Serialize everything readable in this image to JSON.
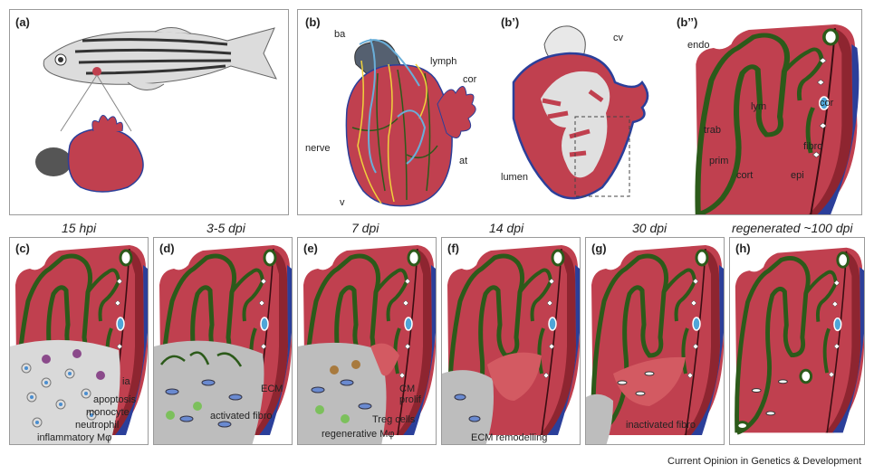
{
  "panels": {
    "a": {
      "label": "(a)"
    },
    "b": {
      "label": "(b)",
      "ba": "ba",
      "lymph": "lymph",
      "cor": "cor",
      "nerve": "nerve",
      "v": "v",
      "at": "at"
    },
    "bp": {
      "label": "(b’)",
      "cv": "cv",
      "lumen": "lumen"
    },
    "bpp": {
      "label": "(b’’)",
      "endo": "endo",
      "cor": "cor",
      "trab": "trab",
      "lym": "lym",
      "fibro": "fibro",
      "prim": "prim",
      "cort": "cort",
      "epi": "epi"
    },
    "c": {
      "label": "(c)",
      "time": "15 hpi",
      "ia": "ia",
      "apoptosis": "apoptosis",
      "monocyte": "monocyte",
      "neutrophil": "neutrophil",
      "macrophage": "inflammatory Mφ"
    },
    "d": {
      "label": "(d)",
      "time": "3-5 dpi",
      "ecm": "ECM",
      "activated": "activated fibro"
    },
    "e": {
      "label": "(e)",
      "time": "7 dpi",
      "cm_prolif_1": "CM",
      "cm_prolif_2": "prolif",
      "treg": "Treg cells",
      "regen": "regenerative Mφ"
    },
    "f": {
      "label": "(f)",
      "time": "14 dpi",
      "remodel": "ECM remodelling"
    },
    "g": {
      "label": "(g)",
      "time": "30 dpi",
      "inactivated": "inactivated fibro"
    },
    "h": {
      "label": "(h)",
      "time": "regenerated ~100 dpi"
    }
  },
  "footer": "Current Opinion in Genetics & Development"
}
